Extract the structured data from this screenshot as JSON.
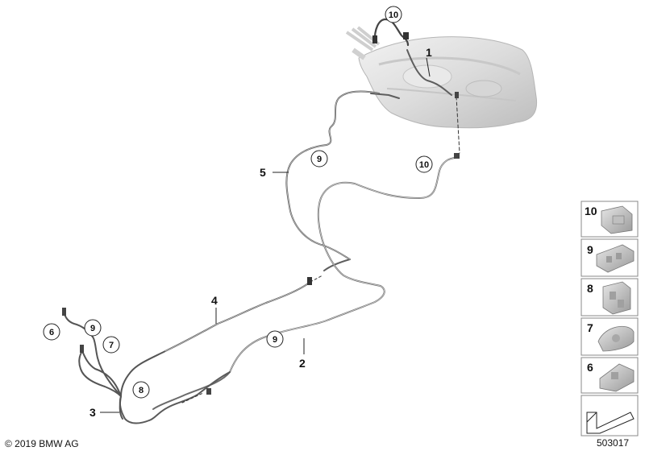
{
  "labels": {
    "part_1": "1",
    "part_2": "2",
    "part_3": "3",
    "part_4": "4",
    "part_5": "5"
  },
  "callouts": {
    "c10_top": "10",
    "c10_right": "10",
    "c9_mid": "9",
    "c9_lower": "9",
    "c9_left": "9",
    "c8": "8",
    "c7": "7",
    "c6": "6"
  },
  "legend": [
    "10",
    "9",
    "8",
    "7",
    "6"
  ],
  "footer": {
    "copyright": "© 2019 BMW AG",
    "diagram_number": "503017"
  }
}
